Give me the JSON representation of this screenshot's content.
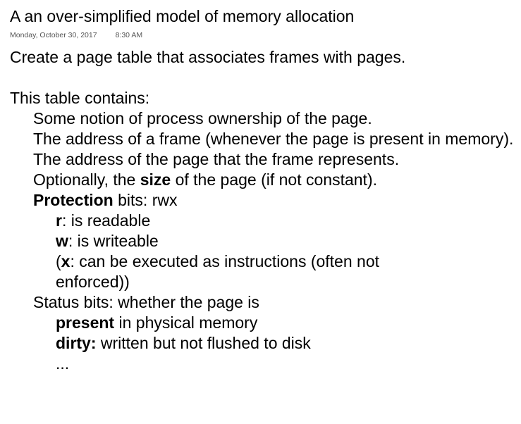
{
  "note": {
    "title": "A an over-simplified model of memory allocation",
    "date": "Monday, October 30, 2017",
    "time": "8:30 AM"
  },
  "body": {
    "intro": "Create a page table that associates frames with pages.",
    "contains_heading": "This table contains:",
    "item_ownership": "Some notion of process ownership of the page.",
    "item_frame_address": "The address of a frame (whenever the page is present in memory).",
    "item_page_address": "The address of the page that the frame represents.",
    "item_size_prefix": "Optionally, the ",
    "item_size_bold": "size",
    "item_size_suffix": " of the page (if not constant).",
    "protection_bold": "Protection",
    "protection_suffix": " bits: rwx",
    "r_bold": "r",
    "r_text": ": is readable",
    "w_bold": "w",
    "w_text": ": is writeable",
    "x_prefix": "(",
    "x_bold": "x",
    "x_text": ": can be executed as instructions (often not enforced))",
    "status_heading": "Status bits: whether the page is",
    "present_bold": "present",
    "present_text": " in physical memory",
    "dirty_bold": "dirty:",
    "dirty_text": " written but not flushed to disk",
    "ellipsis": "..."
  }
}
